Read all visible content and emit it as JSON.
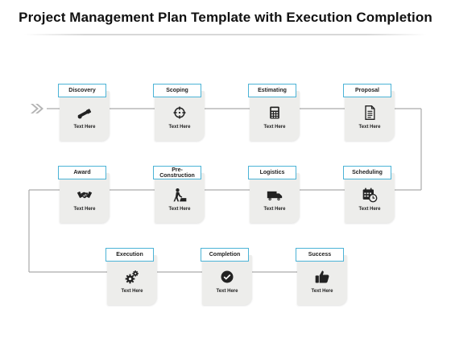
{
  "title": "Project Management Plan Template with Execution Completion",
  "steps": [
    {
      "label": "Discovery",
      "text": "Text Here",
      "icon": "binoculars-icon"
    },
    {
      "label": "Scoping",
      "text": "Text Here",
      "icon": "crosshair-icon"
    },
    {
      "label": "Estimating",
      "text": "Text Here",
      "icon": "calculator-icon"
    },
    {
      "label": "Proposal",
      "text": "Text Here",
      "icon": "document-icon"
    },
    {
      "label": "Scheduling",
      "text": "Text Here",
      "icon": "calendar-clock-icon"
    },
    {
      "label": "Logistics",
      "text": "Text Here",
      "icon": "truck-icon"
    },
    {
      "label": "Pre-\nConstruction",
      "text": "Text Here",
      "icon": "construction-worker-icon"
    },
    {
      "label": "Award",
      "text": "Text Here",
      "icon": "handshake-icon"
    },
    {
      "label": "Execution",
      "text": "Text Here",
      "icon": "gears-icon"
    },
    {
      "label": "Completion",
      "text": "Text Here",
      "icon": "check-circle-icon"
    },
    {
      "label": "Success",
      "text": "Text Here",
      "icon": "thumbs-up-icon"
    }
  ],
  "colors": {
    "accent": "#4bb3d6",
    "card": "#ededeb",
    "connector": "#aaaaaa",
    "icon": "#222222"
  }
}
